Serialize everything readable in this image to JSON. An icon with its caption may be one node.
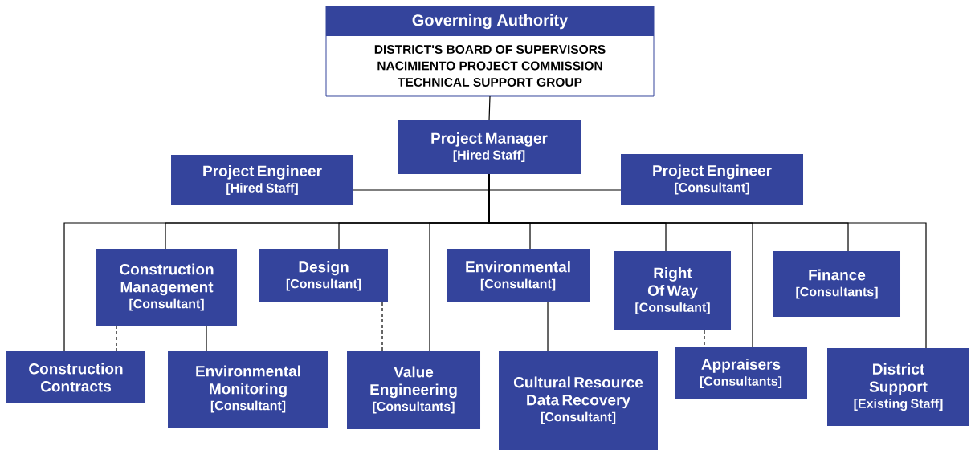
{
  "diagram": {
    "nodes": [
      {
        "text": [
          "Governing Authority",
          "DISTRICT'S BOARD OF SUPERVISORS",
          "NACIMIENTO PROJECT COMMISSION",
          "TECHNICAL SUPPORT GROUP"
        ]
      },
      {
        "text": [
          "Project Manager",
          "[Hired Staff]"
        ]
      },
      {
        "text": [
          "Project Engineer",
          "[Hired Staff]"
        ]
      },
      {
        "text": [
          "Project Engineer",
          "[Consultant]"
        ]
      },
      {
        "text": [
          "Construction Management",
          "[Consultant]"
        ]
      },
      {
        "text": [
          "Design",
          "[Consultant]"
        ]
      },
      {
        "text": [
          "Environmental",
          "[Consultant]"
        ]
      },
      {
        "text": [
          "Right Of Way",
          "[Consultant]"
        ]
      },
      {
        "text": [
          "Finance",
          "[Consultants]"
        ]
      },
      {
        "text": [
          "Construction Contracts"
        ]
      },
      {
        "text": [
          "Environmental Monitoring",
          "[Consultant]"
        ]
      },
      {
        "text": [
          "Value Engineering",
          "[Consultants]"
        ]
      },
      {
        "text": [
          "Cultural Resource Data Recovery",
          "[Consultant]"
        ]
      },
      {
        "text": [
          "Appraisers",
          "[Consultants]"
        ]
      },
      {
        "text": [
          "District Support",
          "[Existing Staff]"
        ]
      }
    ],
    "edges": [
      {
        "from": 0,
        "to": 1,
        "arrow": "none"
      },
      {
        "from": 1,
        "to": 2,
        "arrow": "none"
      },
      {
        "from": 1,
        "to": 3,
        "arrow": "none"
      },
      {
        "from": 1,
        "to": 9,
        "arrow": "none"
      },
      {
        "from": 1,
        "to": 4,
        "arrow": "none"
      },
      {
        "from": 1,
        "to": 5,
        "arrow": "none"
      },
      {
        "from": 1,
        "to": 11,
        "arrow": "none"
      },
      {
        "from": 1,
        "to": 6,
        "arrow": "none"
      },
      {
        "from": 1,
        "to": 7,
        "arrow": "none"
      },
      {
        "from": 1,
        "to": 13,
        "arrow": "none"
      },
      {
        "from": 1,
        "to": 8,
        "arrow": "none"
      },
      {
        "from": 1,
        "to": 14,
        "arrow": "none"
      },
      {
        "from": 4,
        "to": 9,
        "arrow": "none",
        "style": "dashed"
      },
      {
        "from": 4,
        "to": 10,
        "arrow": "none"
      },
      {
        "from": 5,
        "to": 11,
        "arrow": "none",
        "style": "dashed"
      },
      {
        "from": 6,
        "to": 12,
        "arrow": "none"
      },
      {
        "from": 7,
        "to": 13,
        "arrow": "none",
        "style": "dashed"
      }
    ]
  }
}
